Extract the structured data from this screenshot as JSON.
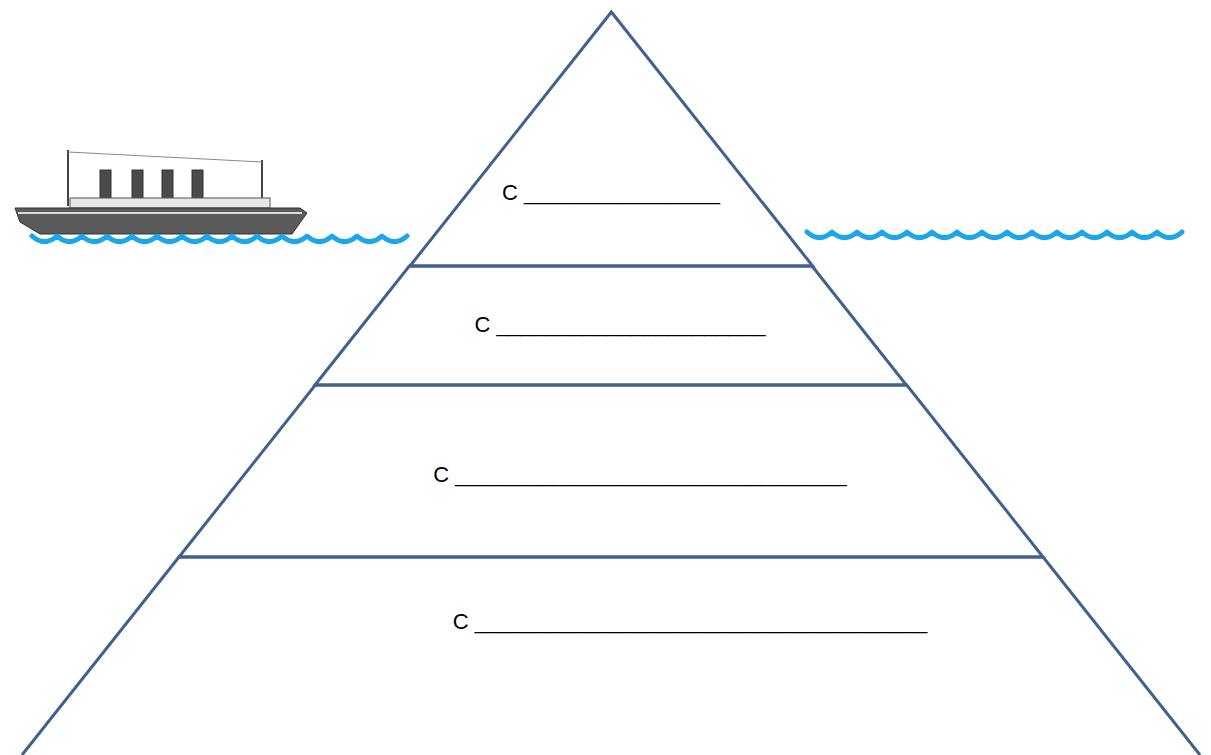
{
  "diagram": {
    "nodes": [
      {
        "text": [
          "C ________________"
        ]
      },
      {
        "text": [
          "C ______________________"
        ]
      },
      {
        "text": [
          "C ________________________________"
        ]
      },
      {
        "text": [
          "C _____________________________________"
        ]
      }
    ]
  }
}
